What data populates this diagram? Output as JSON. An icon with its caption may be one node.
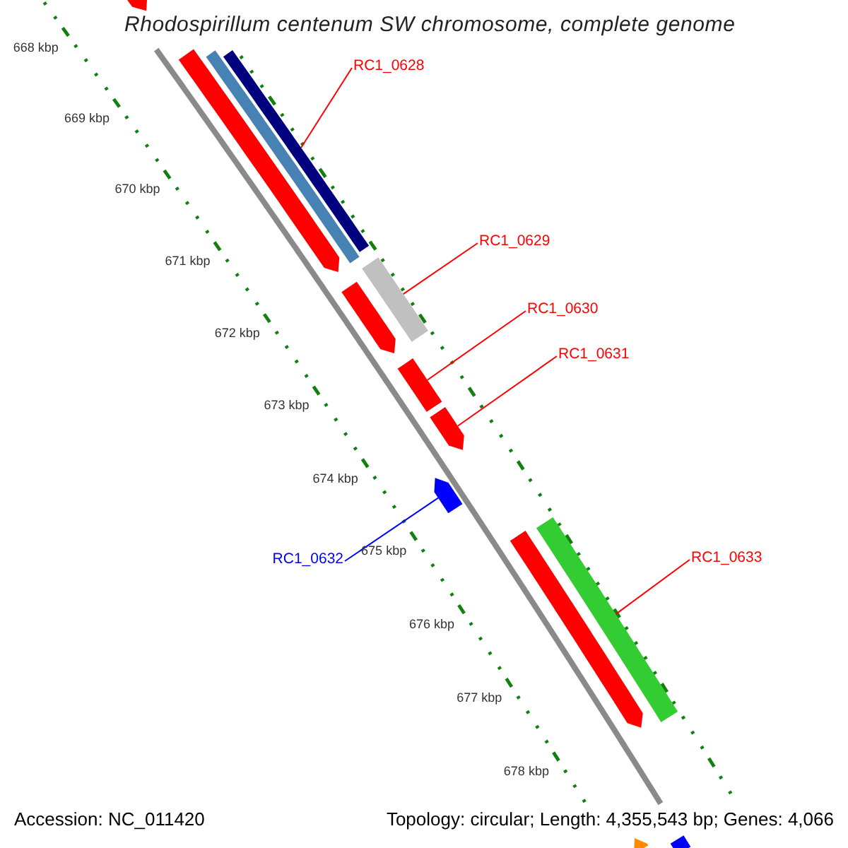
{
  "diagram": {
    "title": "Rhodospirillum centenum SW chromosome, complete genome",
    "nodes": [
      {
        "text": [],
        "shape": "arrow"
      },
      {
        "text": [],
        "shape": "arrow"
      },
      {
        "text": [],
        "shape": "bar"
      },
      {
        "text": [],
        "shape": "bar"
      },
      {
        "text": [
          "RC1_0628"
        ]
      },
      {
        "text": [],
        "shape": "bar"
      },
      {
        "text": [
          "RC1_0629"
        ]
      },
      {
        "text": [],
        "shape": "arrow"
      },
      {
        "text": [],
        "shape": "bar"
      },
      {
        "text": [
          "RC1_0630"
        ]
      },
      {
        "text": [],
        "shape": "arrow"
      },
      {
        "text": [
          "RC1_0631"
        ]
      },
      {
        "text": [],
        "shape": "arrow"
      },
      {
        "text": [
          "RC1_0632"
        ]
      },
      {
        "text": [],
        "shape": "arrow"
      },
      {
        "text": [],
        "shape": "bar"
      },
      {
        "text": [
          "RC1_0633"
        ]
      },
      {
        "text": [],
        "shape": "arrow"
      },
      {
        "text": [],
        "shape": "bar"
      }
    ],
    "edges": [
      {
        "from": 4,
        "to": 3,
        "arrow": "none"
      },
      {
        "from": 6,
        "to": 5,
        "arrow": "none"
      },
      {
        "from": 9,
        "to": 8,
        "arrow": "none"
      },
      {
        "from": 11,
        "to": 10,
        "arrow": "none"
      },
      {
        "from": 13,
        "to": 12,
        "arrow": "none",
        "color": "#0000ff"
      },
      {
        "from": 16,
        "to": 15,
        "arrow": "none"
      }
    ],
    "labels": [
      "668 kbp",
      "669 kbp",
      "670 kbp",
      "671 kbp",
      "672 kbp",
      "673 kbp",
      "674 kbp",
      "675 kbp",
      "676 kbp",
      "677 kbp",
      "678 kbp",
      "Accession: NC_011420",
      "Topology: circular; Length: 4,355,543 bp; Genes: 4,066"
    ]
  }
}
